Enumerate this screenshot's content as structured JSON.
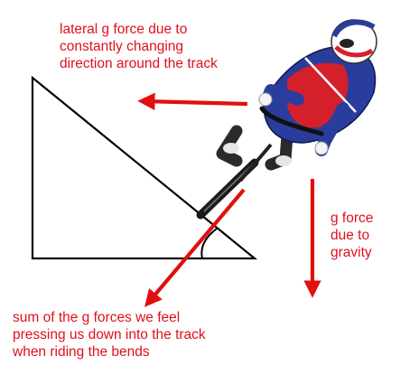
{
  "colors": {
    "arrow": "#e01010",
    "text": "#e0101a",
    "triangle": "#000000",
    "jersey_blue": "#2a3d9c",
    "jersey_red": "#d4202a",
    "helmet": "#ffffff"
  },
  "labels": {
    "lateral": "lateral g force due to\nconstantly changing\ndirection around the track",
    "gravity": "g force\ndue to\ngravity",
    "sum": "sum of the g forces we feel\npressing us down into the track\nwhen riding the bends"
  }
}
